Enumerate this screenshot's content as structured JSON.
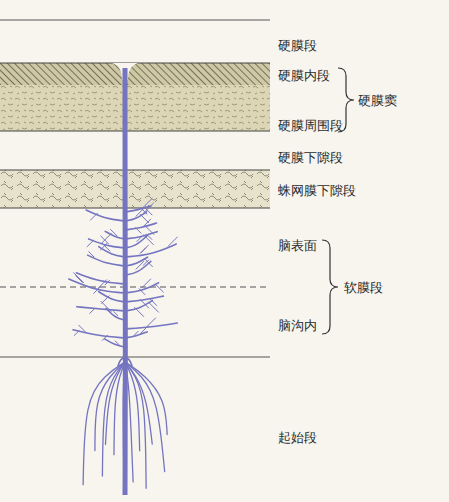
{
  "diagram": {
    "labels": [
      "硬膜段",
      "硬膜内段",
      "硬膜周围段",
      "硬膜窦",
      "硬膜下隙段",
      "蛛网膜下隙段",
      "脑表面",
      "脑沟内",
      "软膜段",
      "起始段"
    ]
  }
}
